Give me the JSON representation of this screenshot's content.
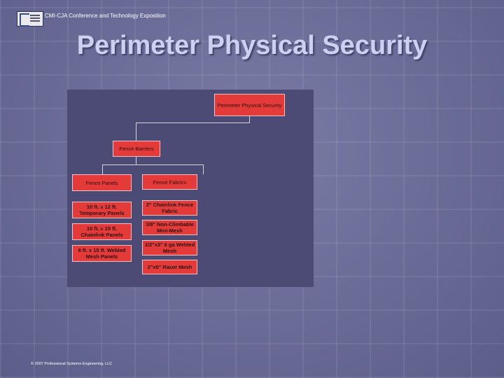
{
  "header": {
    "conference": "CMI-CJA Conference and Technology Exposition"
  },
  "slide": {
    "title": "Perimeter Physical Security"
  },
  "diagram": {
    "root": "Perimeter Physical Security",
    "level1": "Fence Barriers",
    "panels_header": "Fence Panels",
    "fabrics_header": "Fence Fabrics",
    "panels": [
      "10 ft. x 12 ft. Temporary Panels",
      "10 ft. x 15 ft. Chainlink Panels",
      "8 ft. x 15 ft. Welded Mesh Panels"
    ],
    "fabrics": [
      "2\" Chainlink Fence Fabric",
      "3/8\" Non-Climbable Mini-Mesh",
      "1/2\"x3\" 6 ga Welded Mesh",
      "2\"x6\" Razor Mesh"
    ]
  },
  "footer": {
    "copyright": "© 2007 Professional Systems Engineering, LLC"
  }
}
